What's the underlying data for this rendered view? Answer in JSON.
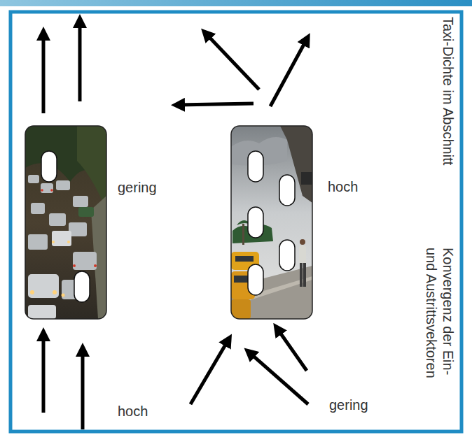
{
  "diagram": {
    "labels": [
      "Taxi-Dichte im Abschnitt",
      "gering",
      "hoch",
      "Konvergenz der Ein- und Austrittsvektoren",
      "hoch",
      "gering"
    ]
  }
}
